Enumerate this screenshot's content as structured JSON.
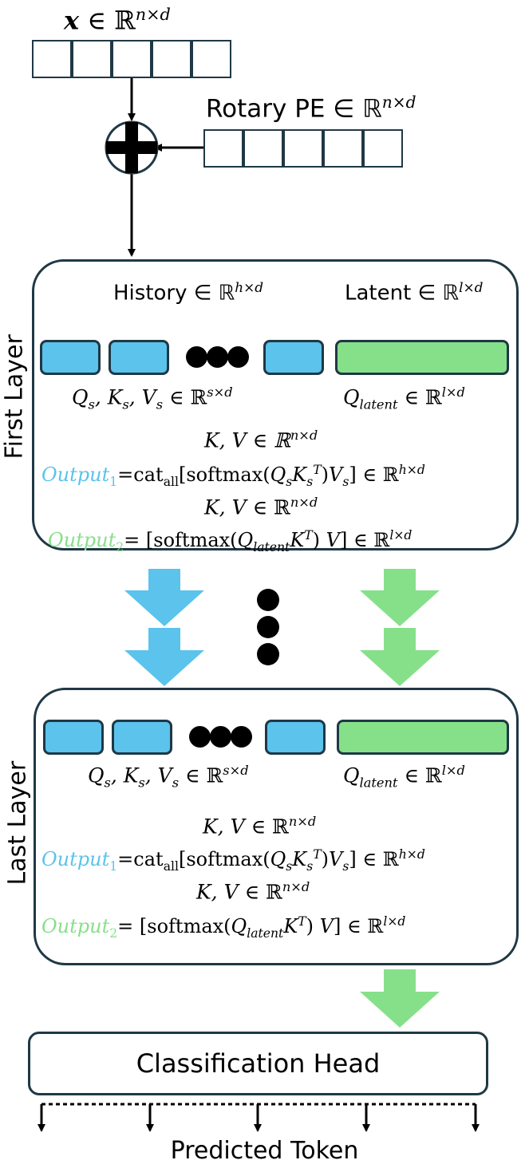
{
  "input": {
    "label_symbol": "x",
    "label_rest": " ∈ ℝ",
    "label_sup": "n×d"
  },
  "rope": {
    "label": "Rotary PE ∈ ℝ",
    "label_sup": "n×d"
  },
  "first_layer": {
    "side_label": "First Layer",
    "history_label": "History ∈ ℝ",
    "history_sup": "h×d",
    "latent_label": "Latent ∈ ℝ",
    "latent_sup": "l×d",
    "qkv": "Q",
    "q_latent_sub": "latent",
    "kv_label": "K, V ∈ ℝ",
    "kv_sup": "n×d",
    "out1_name": "Output",
    "out1_sub": "1",
    "out1_rest_a": "=cat",
    "out1_rest_all": "all",
    "out1_rest_b": "[softmax(",
    "out2_name": "Output",
    "out2_sub": "2",
    "out2_rest": "= [softmax("
  },
  "last_layer": {
    "side_label": "Last Layer"
  },
  "head": {
    "label": "Classification Head"
  },
  "output": {
    "label": "Predicted Token"
  },
  "colors": {
    "blue": "#5bc3ec",
    "green": "#86e08a",
    "border": "#1f3845"
  }
}
